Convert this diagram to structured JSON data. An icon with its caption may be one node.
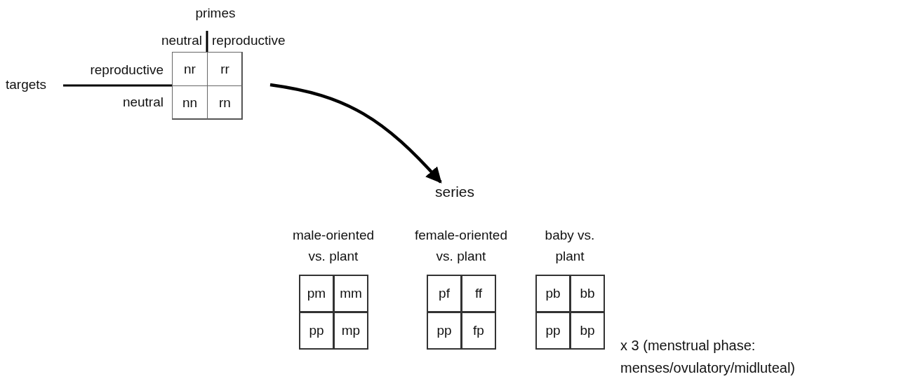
{
  "diagram": {
    "nodes": [
      {
        "text": [],
        "shape": "box"
      },
      {
        "text": [
          "nr"
        ],
        "in": 0
      },
      {
        "text": [
          "rr"
        ],
        "in": 0
      },
      {
        "text": [
          "nn"
        ],
        "in": 0
      },
      {
        "text": [
          "rn"
        ],
        "in": 0
      },
      {
        "text": [
          "series"
        ]
      },
      {
        "text": [
          "male-oriented vs. plant"
        ]
      },
      {
        "text": [
          "pm"
        ],
        "in": 6
      },
      {
        "text": [
          "mm"
        ],
        "in": 6
      },
      {
        "text": [
          "pp"
        ],
        "in": 6
      },
      {
        "text": [
          "mp"
        ],
        "in": 6
      },
      {
        "text": [
          "female-oriented vs. plant"
        ]
      },
      {
        "text": [
          "pf"
        ],
        "in": 11
      },
      {
        "text": [
          "ff"
        ],
        "in": 11
      },
      {
        "text": [
          "pp"
        ],
        "in": 11
      },
      {
        "text": [
          "fp"
        ],
        "in": 11
      },
      {
        "text": [
          "baby vs. plant"
        ]
      },
      {
        "text": [
          "pb"
        ],
        "in": 16
      },
      {
        "text": [
          "bb"
        ],
        "in": 16
      },
      {
        "text": [
          "pp"
        ],
        "in": 16
      },
      {
        "text": [
          "bp"
        ],
        "in": 16
      }
    ],
    "edges": [
      {
        "from": 0,
        "to": 5,
        "arrow": "to"
      }
    ],
    "labels": [
      "primes",
      "neutral",
      "reproductive",
      "reproductive",
      "targets",
      "neutral",
      "x 3 (menstrual phase: menses/ovulatory/midluteal)"
    ]
  }
}
